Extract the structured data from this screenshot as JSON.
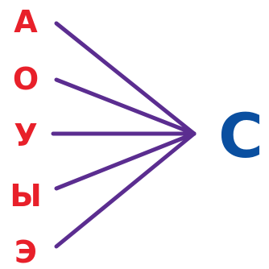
{
  "vowels": [
    "А",
    "О",
    "У",
    "Ы",
    "Э"
  ],
  "consonant": "С",
  "colors": {
    "vowel": "#e8202a",
    "consonant": "#0a4fa0",
    "connector": "#5b2d90"
  }
}
